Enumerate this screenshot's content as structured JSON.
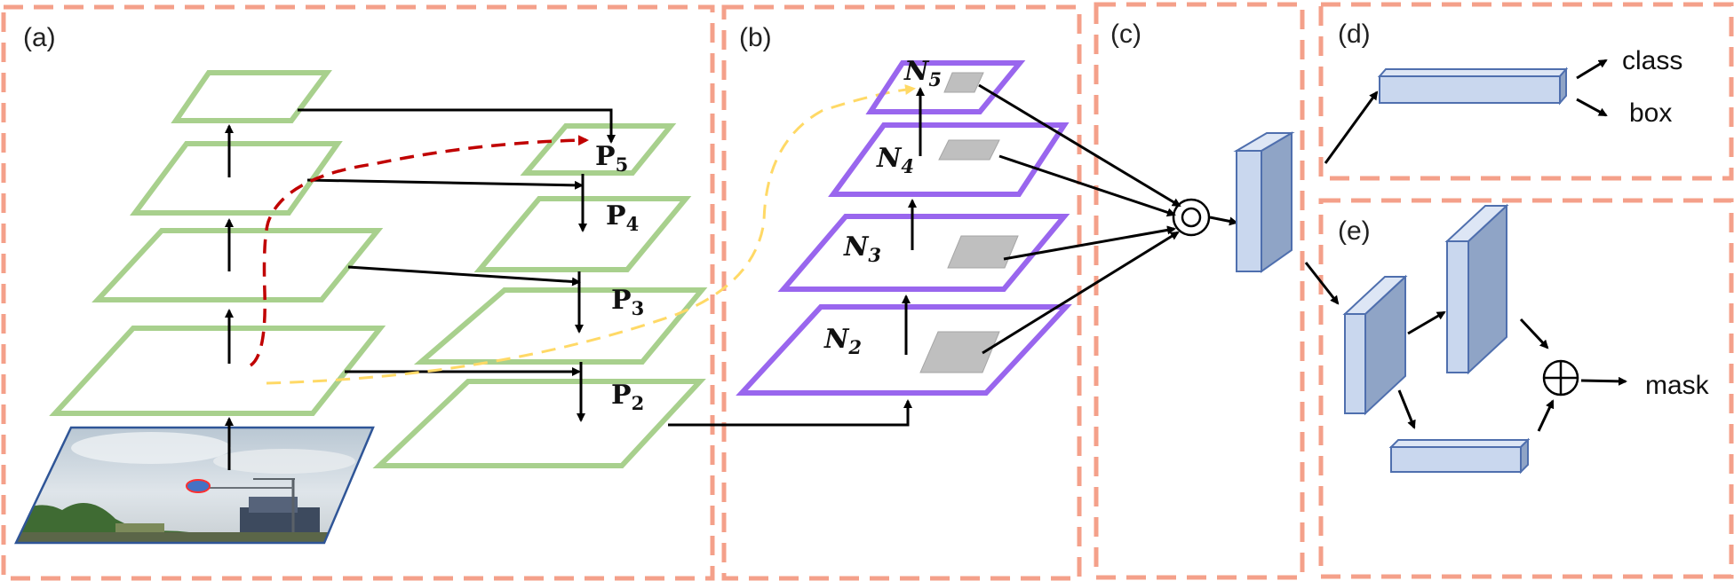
{
  "panels": {
    "a": "(a)",
    "b": "(b)",
    "c": "(c)",
    "d": "(d)",
    "e": "(e)"
  },
  "fpn_levels": [
    {
      "letter": "P",
      "sub": "5"
    },
    {
      "letter": "P",
      "sub": "4"
    },
    {
      "letter": "P",
      "sub": "3"
    },
    {
      "letter": "P",
      "sub": "2"
    }
  ],
  "pan_levels": [
    {
      "letter": "N",
      "sub": "5"
    },
    {
      "letter": "N",
      "sub": "4"
    },
    {
      "letter": "N",
      "sub": "3"
    },
    {
      "letter": "N",
      "sub": "2"
    }
  ],
  "outputs": {
    "class": "class",
    "box": "box",
    "mask": "mask"
  },
  "colors": {
    "panel_border": "#f4a08a",
    "backbone_plane": "#a8d08d",
    "pan_plane": "#9966ee",
    "roi_patch": "#bfbfbf",
    "red_path": "#c00000",
    "yellow_path": "#ffd966",
    "block_front": "#c9d7ee",
    "block_side": "#8fa4c6",
    "block_stroke": "#4f6fae",
    "photo_border": "#2f5597"
  },
  "icons": {
    "fusion": "circle-pool-icon",
    "add": "circle-plus-icon"
  }
}
